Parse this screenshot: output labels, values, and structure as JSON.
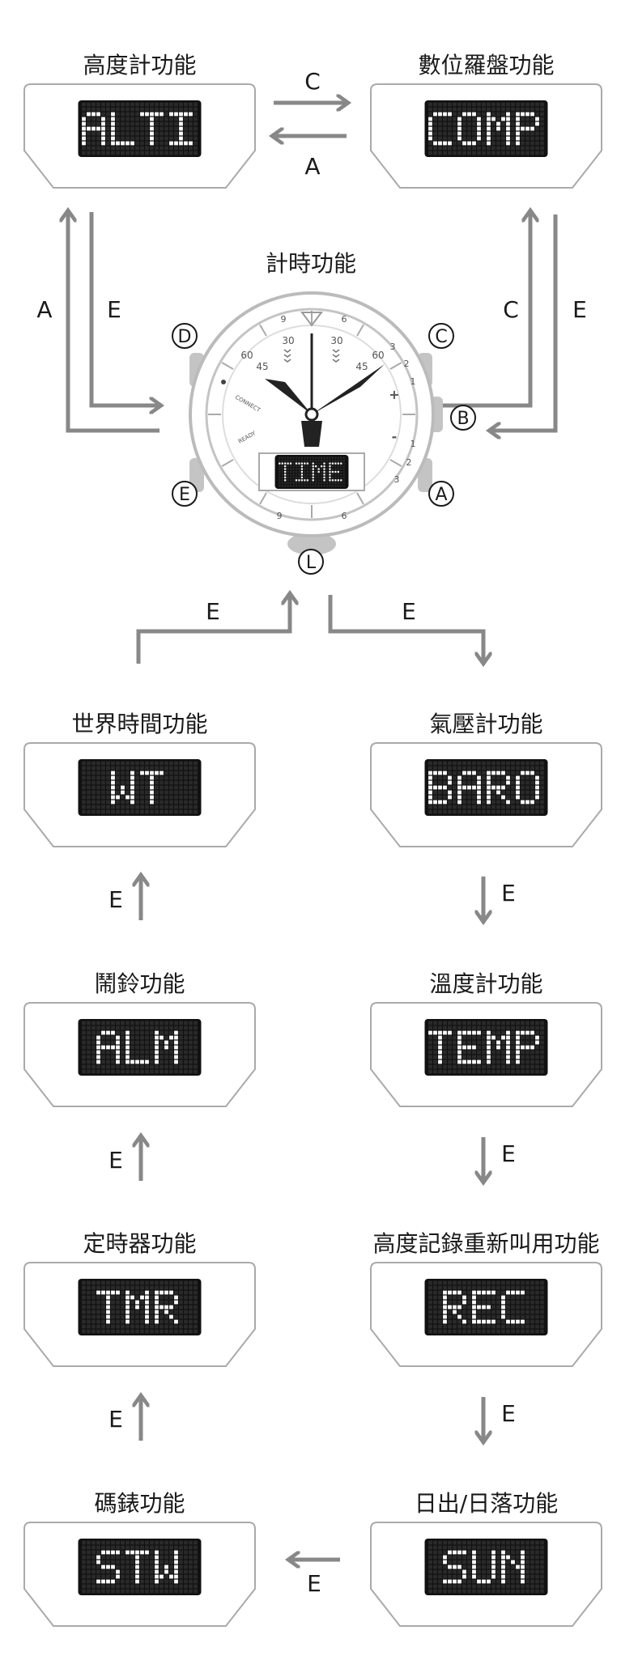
{
  "modes": [
    {
      "id": "alti",
      "title": "高度計功能",
      "display": "ALTI"
    },
    {
      "id": "comp",
      "title": "數位羅盤功能",
      "display": "COMP"
    },
    {
      "id": "wt",
      "title": "世界時間功能",
      "display": "WT"
    },
    {
      "id": "baro",
      "title": "氣壓計功能",
      "display": "BARO"
    },
    {
      "id": "alm",
      "title": "鬧鈴功能",
      "display": "ALM"
    },
    {
      "id": "temp",
      "title": "溫度計功能",
      "display": "TEMP"
    },
    {
      "id": "tmr",
      "title": "定時器功能",
      "display": "TMR"
    },
    {
      "id": "rec",
      "title": "高度記錄重新叫用功能",
      "display": "REC"
    },
    {
      "id": "stw",
      "title": "碼錶功能",
      "display": "STW"
    },
    {
      "id": "sun",
      "title": "日出/日落功能",
      "display": "SUN"
    }
  ],
  "timekeeping": {
    "title": "計時功能",
    "display": "TIME"
  },
  "buttons": {
    "d": "D",
    "c": "C",
    "b": "B",
    "e": "E",
    "a": "A",
    "l": "L"
  },
  "arrow_labels": {
    "alti_to_comp": "C",
    "comp_to_alti": "A",
    "time_to_alti": "A",
    "alti_to_time": "E",
    "time_to_comp": "C",
    "comp_to_time": "E",
    "wt_to_time": "E",
    "time_to_baro": "E",
    "alm_to_wt": "E",
    "baro_to_temp": "E",
    "tmr_to_alm": "E",
    "temp_to_rec": "E",
    "stw_to_tmr": "E",
    "rec_to_sun": "E",
    "sun_to_stw": "E"
  },
  "dial": {
    "marks": [
      "30",
      "30",
      "60",
      "45",
      "45",
      "60",
      "9",
      "6",
      "6",
      "9",
      "3",
      "3",
      "2",
      "1",
      "1",
      "2",
      "+",
      "-"
    ],
    "badges": [
      "CONNECT",
      "READY"
    ]
  },
  "colors": {
    "arrow": "#888888",
    "frame": "#aaaaaa",
    "lcd_bg": "#111111",
    "lcd_on": "#ffffff",
    "case": "#bbbbbb",
    "hands": "#222222"
  }
}
